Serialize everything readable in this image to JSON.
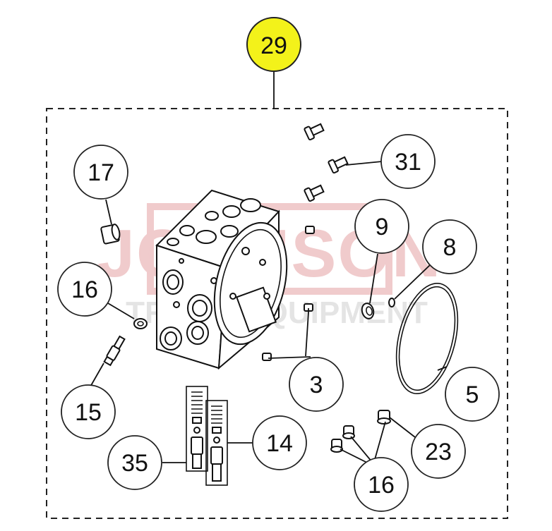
{
  "diagram": {
    "assembly_callout": "29",
    "highlight_color": "#f3f21a",
    "watermark": {
      "line1": "JOHNSON",
      "line2": "TRUCK EQUIPMENT",
      "color": "#c0161b"
    },
    "callouts": {
      "c17": "17",
      "c31": "31",
      "c9": "9",
      "c8": "8",
      "c16_left": "16",
      "c3": "3",
      "c5": "5",
      "c15": "15",
      "c14": "14",
      "c35": "35",
      "c23": "23",
      "c16_bottom": "16"
    }
  }
}
